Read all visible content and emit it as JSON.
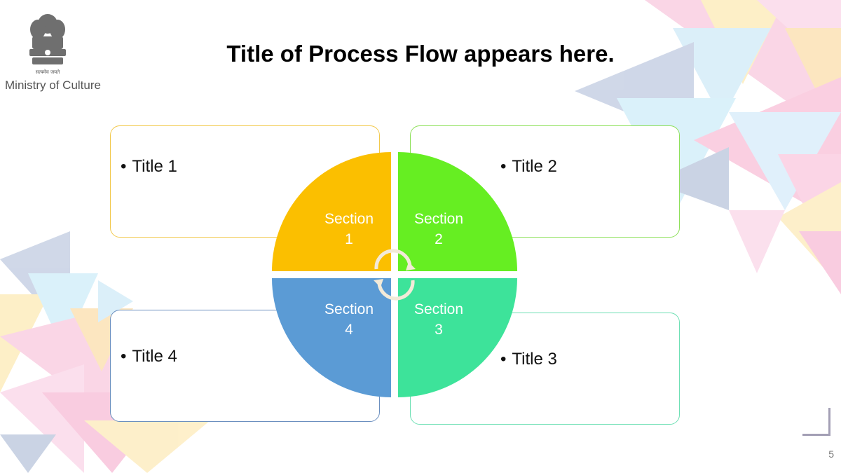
{
  "header": {
    "org_name": "Ministry of Culture",
    "emblem_caption": "सत्यमेव जयते"
  },
  "title": "Title of Process Flow appears here.",
  "sections": [
    {
      "label_line1": "Section",
      "label_line2": "1",
      "color": "#fbbf00"
    },
    {
      "label_line1": "Section",
      "label_line2": "2",
      "color": "#66ee22"
    },
    {
      "label_line1": "Section",
      "label_line2": "3",
      "color": "#3de39a"
    },
    {
      "label_line1": "Section",
      "label_line2": "4",
      "color": "#5b9bd5"
    }
  ],
  "cards": [
    {
      "title": "Title 1"
    },
    {
      "title": "Title 2"
    },
    {
      "title": "Title 3"
    },
    {
      "title": "Title 4"
    }
  ],
  "footer": {
    "page_number": "5"
  }
}
